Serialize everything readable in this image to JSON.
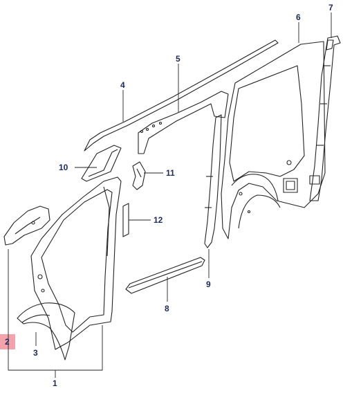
{
  "callouts": {
    "c1": "1",
    "c2": "2",
    "c3": "3",
    "c4": "4",
    "c5": "5",
    "c6": "6",
    "c7": "7",
    "c8": "8",
    "c9": "9",
    "c10": "10",
    "c11": "11",
    "c12": "12"
  },
  "highlighted_callout": "2",
  "colors": {
    "label": "#1a2a5a",
    "highlight": "#f4a3ad",
    "outline": "#222222"
  }
}
